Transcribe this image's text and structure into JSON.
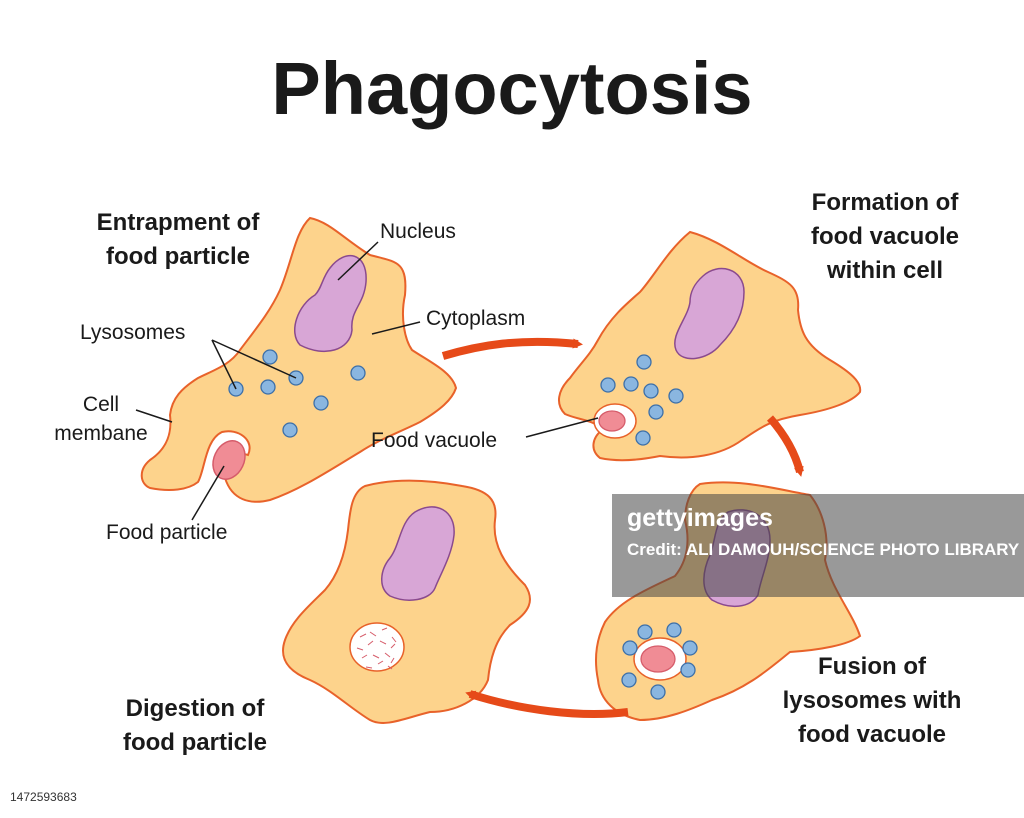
{
  "title": "Phagocytosis",
  "stages": {
    "entrapment": [
      "Entrapment of",
      "food particle"
    ],
    "formation": [
      "Formation of",
      "food vacuole",
      "within cell"
    ],
    "fusion": [
      "Fusion of",
      "lysosomes with",
      "food vacuole"
    ],
    "digestion": [
      "Digestion of",
      "food particle"
    ]
  },
  "parts": {
    "nucleus": "Nucleus",
    "cytoplasm": "Cytoplasm",
    "lysosomes": "Lysosomes",
    "cell_membrane": [
      "Cell",
      "membane"
    ],
    "food_particle": "Food particle",
    "food_vacuole": "Food vacuole"
  },
  "colors": {
    "cytoplasm_fill": "#fdd38c",
    "membrane_stroke": "#e8622a",
    "nucleus_fill": "#d8a6d6",
    "nucleus_stroke": "#8a4a8e",
    "lysosome_fill": "#8ab6e0",
    "lysosome_stroke": "#3c6fa8",
    "food_fill": "#f08c95",
    "arrow": "#e64a19"
  },
  "watermark": {
    "logo": "gettyimages",
    "credit": "Credit: ALI DAMOUH/SCIENCE PHOTO LIBRARY"
  },
  "image_id": "1472593683"
}
